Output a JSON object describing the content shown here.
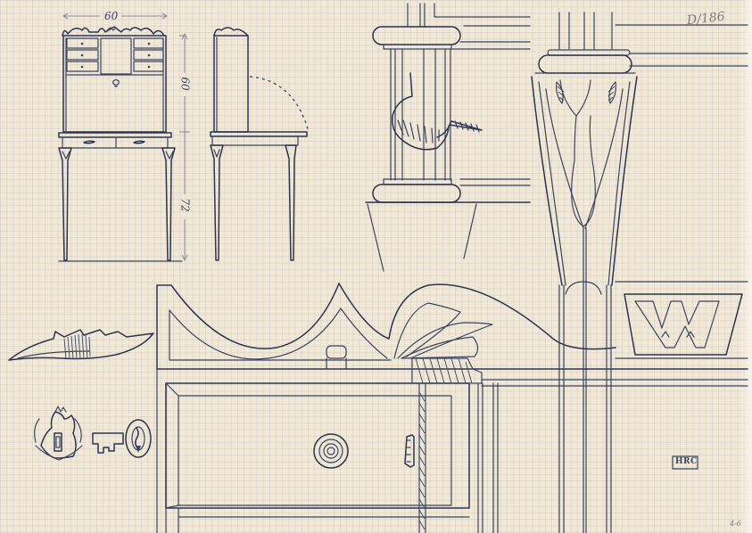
{
  "sheet": {
    "title": "Furniture design sketch sheet (secretary desk elevations and details)",
    "paper_color": "#f1e8d6",
    "ink_color": "#3a4560",
    "grid": "squared graph paper"
  },
  "annotations": {
    "inventory_number": "D/186",
    "width_dimension": "60",
    "upper_height_dimension": "60",
    "lower_height_dimension": "72",
    "corner_mark": "4-6",
    "monogram": "HRC"
  },
  "drawings": [
    {
      "name": "front-elevation",
      "description": "Secretary desk, front view with six small drawers, central niche, fall front with keyhole, two lower drawers, tapered legs"
    },
    {
      "name": "side-elevation",
      "description": "Side view with dashed arc indicating the swing of the fall front"
    },
    {
      "name": "column-detail",
      "description": "Fluted column with torus base/capital and carved shell ornament"
    },
    {
      "name": "capital-detail",
      "description": "Tapering leaf/lotus capital bracket"
    },
    {
      "name": "crest-detail",
      "description": "Scrolled crest rail with wave and fan ornament"
    },
    {
      "name": "w-panel-detail",
      "description": "Pierced W-shaped fretwork panel"
    },
    {
      "name": "leaf-ornament",
      "description": "Carved leaf handle ornament"
    },
    {
      "name": "escutcheon",
      "description": "Lotus-shaped keyhole escutcheon"
    },
    {
      "name": "key",
      "description": "Key with oval bow"
    },
    {
      "name": "drawer-detail",
      "description": "Drawer front with ring pull and hatched stile section"
    }
  ]
}
